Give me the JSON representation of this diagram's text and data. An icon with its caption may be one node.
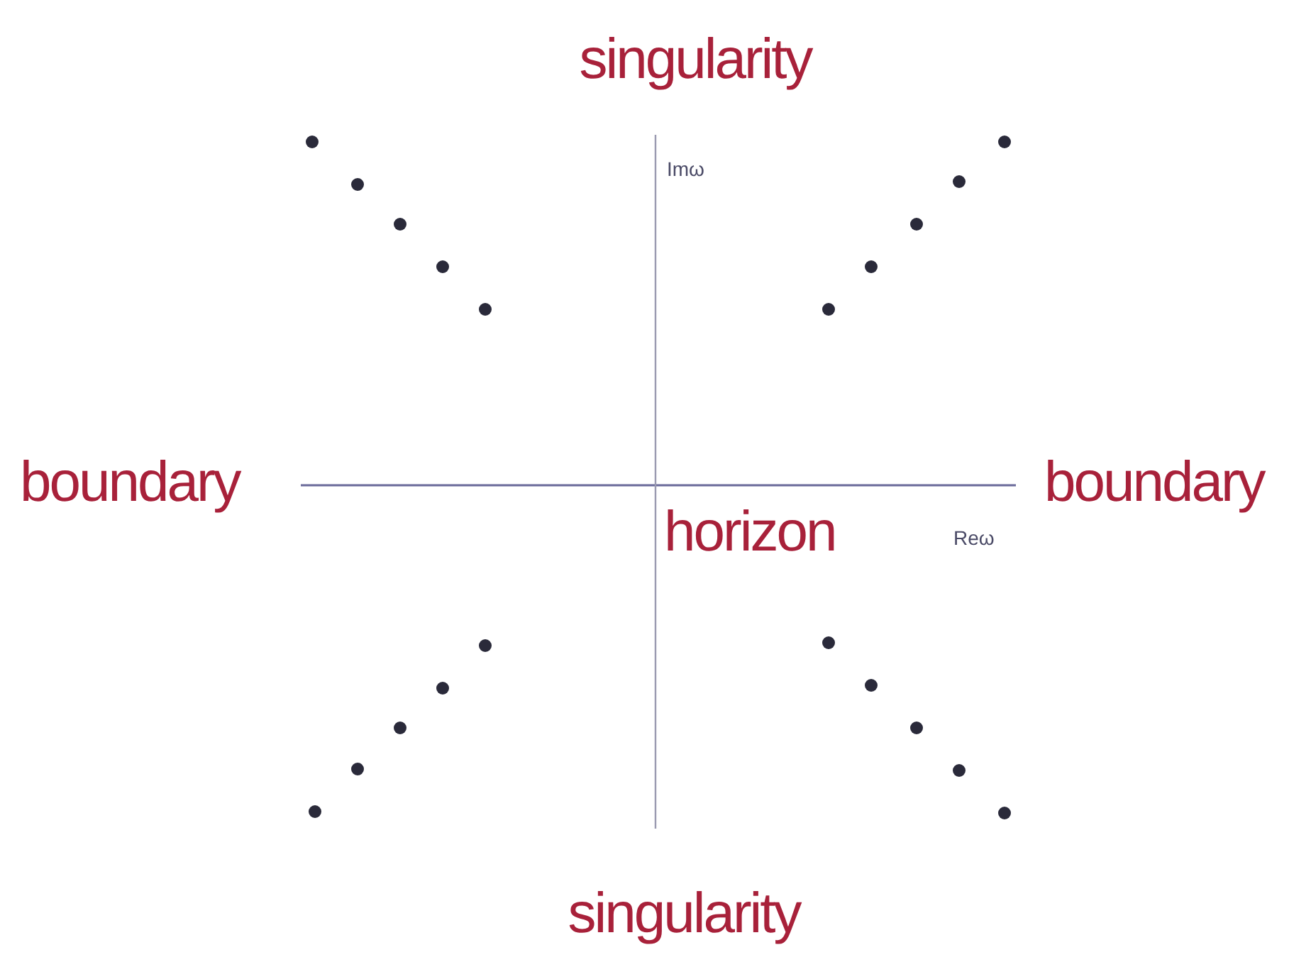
{
  "diagram": {
    "labels": [
      "singularity",
      "Imω",
      "boundary",
      "boundary",
      "horizon",
      "Reω",
      "singularity"
    ]
  }
}
